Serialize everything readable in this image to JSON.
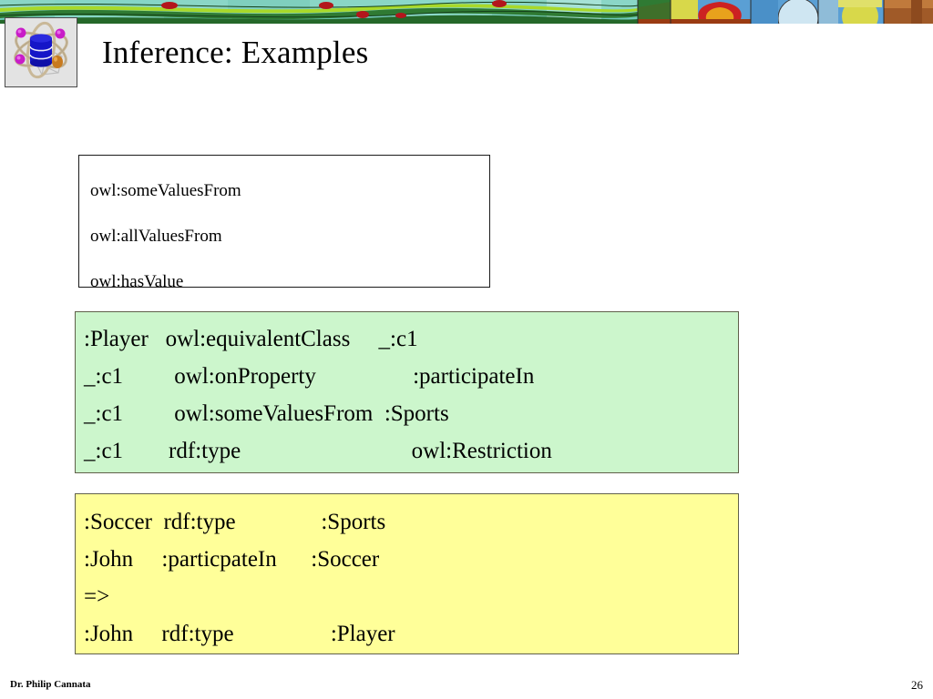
{
  "slide": {
    "title": "Inference: Examples",
    "background_color": "#ffffff"
  },
  "banner": {
    "name": "stained-glass-banner",
    "description": "stained glass leaves and flowers strip",
    "colors": {
      "teal": "#7fd4c4",
      "leaf_green": "#2f7a33",
      "bright_green": "#a8d92a",
      "berry_red": "#b3161c",
      "sky_blue": "#3f8fd0",
      "tulip_red": "#cc2222",
      "gold": "#d8d84a",
      "brown": "#a05a28"
    }
  },
  "logo": {
    "name": "semantic-network-database-logo",
    "plate_color": "#e3e3e3",
    "node_colors": {
      "magenta": "#c81cc8",
      "database_blue": "#1515c8",
      "orange": "#c87a1e",
      "orbit_tan": "#c9b898"
    }
  },
  "props_box": {
    "name": "owl-restriction-properties",
    "background_color": "#ffffff",
    "border_color": "#1a1a1a",
    "lines": [
      "owl:someValuesFrom",
      "owl:allValuesFrom",
      "owl:hasValue"
    ]
  },
  "green_box": {
    "name": "owl-restriction-definition-triples",
    "background_color": "#ccf6cc",
    "border_color": "#60604a",
    "lines": [
      ":Player   owl:equivalentClass     _:c1",
      "_:c1         owl:onProperty                 :participateIn",
      "_:c1         owl:someValuesFrom  :Sports",
      "_:c1        rdf:type                              owl:Restriction"
    ],
    "triples": [
      {
        "subject": ":Player",
        "predicate": "owl:equivalentClass",
        "object": "_:c1"
      },
      {
        "subject": "_:c1",
        "predicate": "owl:onProperty",
        "object": ":participateIn"
      },
      {
        "subject": "_:c1",
        "predicate": "owl:someValuesFrom",
        "object": ":Sports"
      },
      {
        "subject": "_:c1",
        "predicate": "rdf:type",
        "object": "owl:Restriction"
      }
    ]
  },
  "yellow_box": {
    "name": "inference-example-triples",
    "background_color": "#ffff99",
    "border_color": "#60604a",
    "lines": [
      ":Soccer  rdf:type               :Sports",
      ":John     :particpateIn      :Soccer",
      "=>",
      ":John     rdf:type                 :Player"
    ],
    "premises": [
      {
        "subject": ":Soccer",
        "predicate": "rdf:type",
        "object": ":Sports"
      },
      {
        "subject": ":John",
        "predicate": ":particpateIn",
        "object": ":Soccer"
      }
    ],
    "entails_symbol": "=>",
    "conclusion": {
      "subject": ":John",
      "predicate": "rdf:type",
      "object": ":Player"
    }
  },
  "footer": {
    "author": "Dr. Philip Cannata",
    "page_number": "26"
  }
}
